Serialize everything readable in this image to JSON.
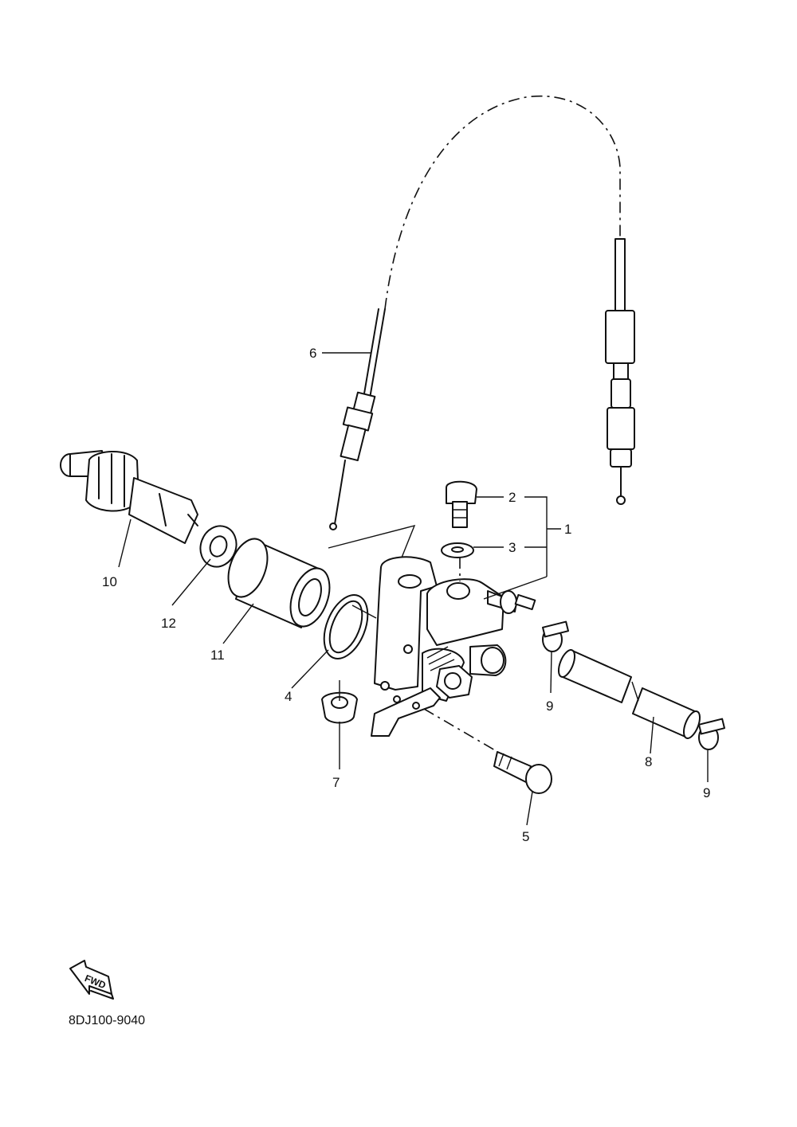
{
  "diagram": {
    "callouts": [
      "1",
      "2",
      "3",
      "4",
      "5",
      "6",
      "7",
      "8",
      "9",
      "9",
      "10",
      "11",
      "12"
    ],
    "direction_badge": "FWD",
    "drawing_code": "8DJ100-9040"
  }
}
